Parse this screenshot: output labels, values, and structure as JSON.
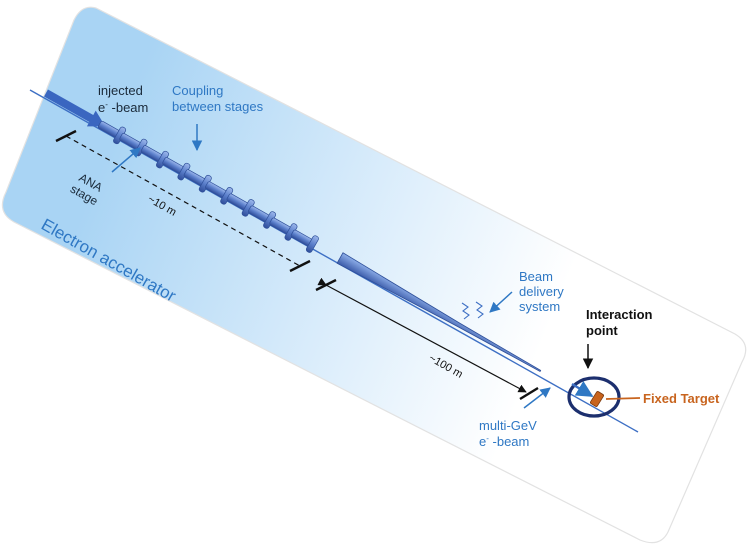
{
  "labels": {
    "injected_line1": "injected",
    "injected_line2_prefix": "e",
    "injected_line2_sup": "-",
    "injected_line2_suffix": " -beam",
    "coupling_line1": "Coupling",
    "coupling_line2": "between stages",
    "ana_line1": "ANA",
    "ana_line2": "stage",
    "dist_10m": "~10 m",
    "accelerator": "Electron accelerator",
    "beam_delivery_line1": "Beam",
    "beam_delivery_line2": "delivery",
    "beam_delivery_line3": "system",
    "dist_100m": "~100 m",
    "interaction_line1": "Interaction",
    "interaction_line2": "point",
    "fixed_target": "Fixed Target",
    "multigev_line1": "multi-GeV",
    "multigev_line2_prefix": "e",
    "multigev_line2_sup": "-",
    "multigev_line2_suffix": " -beam"
  },
  "colors": {
    "label_blue": "#2f78c4",
    "dark_text": "#1a2a3a",
    "target_orange": "#c8641e",
    "ring_navy": "#1c2f6e",
    "band_blue": "#b8dcf6",
    "component_blue": "#5a7fc6"
  }
}
